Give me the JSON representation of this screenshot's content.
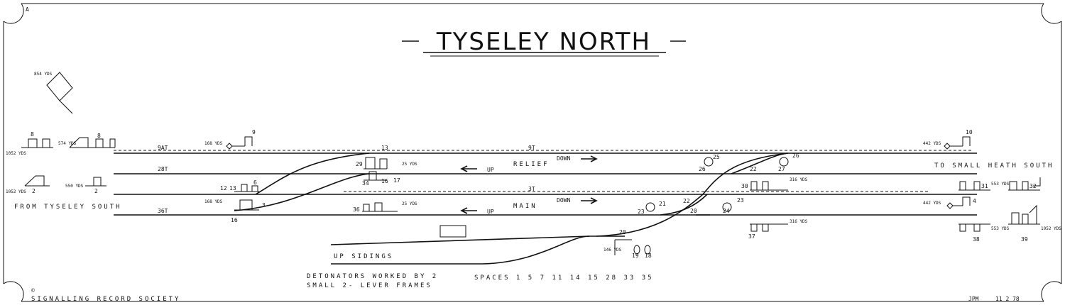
{
  "title": "TYSELEY NORTH",
  "sheet_letter": "A",
  "tracks": {
    "relief": "RELIEF",
    "main": "MAIN",
    "down1": "DOWN",
    "down2": "DOWN",
    "up1": "UP",
    "up2": "UP",
    "up_sidings": "UP SIDINGS",
    "from": "FROM TYSELEY SOUTH",
    "to": "TO SMALL HEATH SOUTH"
  },
  "track_circuits": {
    "t9at": "9AT",
    "t28t": "28T",
    "t36t": "36T",
    "t9t": "9T",
    "t3t": "3T"
  },
  "signal_numbers": {
    "s8a": "8",
    "s8b": "8",
    "s9": "9",
    "s10": "10",
    "s2a": "2",
    "s2b": "2",
    "s12": "12",
    "s13a": "13",
    "s6": "6",
    "s3": "3",
    "s16a": "16",
    "s13b": "13",
    "s29": "29",
    "s34": "34",
    "s16b": "16",
    "s17": "17",
    "s36": "36",
    "s25": "25",
    "s26a": "26",
    "s26b": "26",
    "s22a": "22",
    "s27": "27",
    "s30": "30",
    "s31": "31",
    "s32": "32",
    "s21": "21",
    "s23a": "23",
    "s23b": "23",
    "s22b": "22",
    "s20a": "20",
    "s24": "24",
    "s4": "4",
    "s37": "37",
    "s38": "38",
    "s39": "39",
    "s20b": "20",
    "s19": "19",
    "s18": "18"
  },
  "distances": {
    "d854": "854 YDS",
    "d1052a": "1052 YDS",
    "d574": "574 YDS",
    "d168a": "168 YDS",
    "d1052b": "1052 YDS",
    "d550a": "550 YDS",
    "d168b": "168 YDS",
    "d25a": "25 YDS",
    "d25b": "25 YDS",
    "d442a": "442 YDS",
    "d316a": "316 YDS",
    "d553a": "553 YDS",
    "d442b": "442 YDS",
    "d316b": "316 YDS",
    "d553b": "553 YDS",
    "d1052c": "1052 YDS",
    "d146": "146 YDS"
  },
  "notes": {
    "detonators_line1": "DETONATORS WORKED BY 2",
    "detonators_line2": "SMALL 2- LEVER FRAMES",
    "spaces": "SPACES 1 5 7 11 14 15 28 33 35",
    "copyright": "©",
    "society": "SIGNALLING RECORD SOCIETY",
    "initials": "JPM",
    "date": "11 2 78"
  },
  "colors": {
    "ink": "#111111",
    "paper": "#ffffff"
  }
}
